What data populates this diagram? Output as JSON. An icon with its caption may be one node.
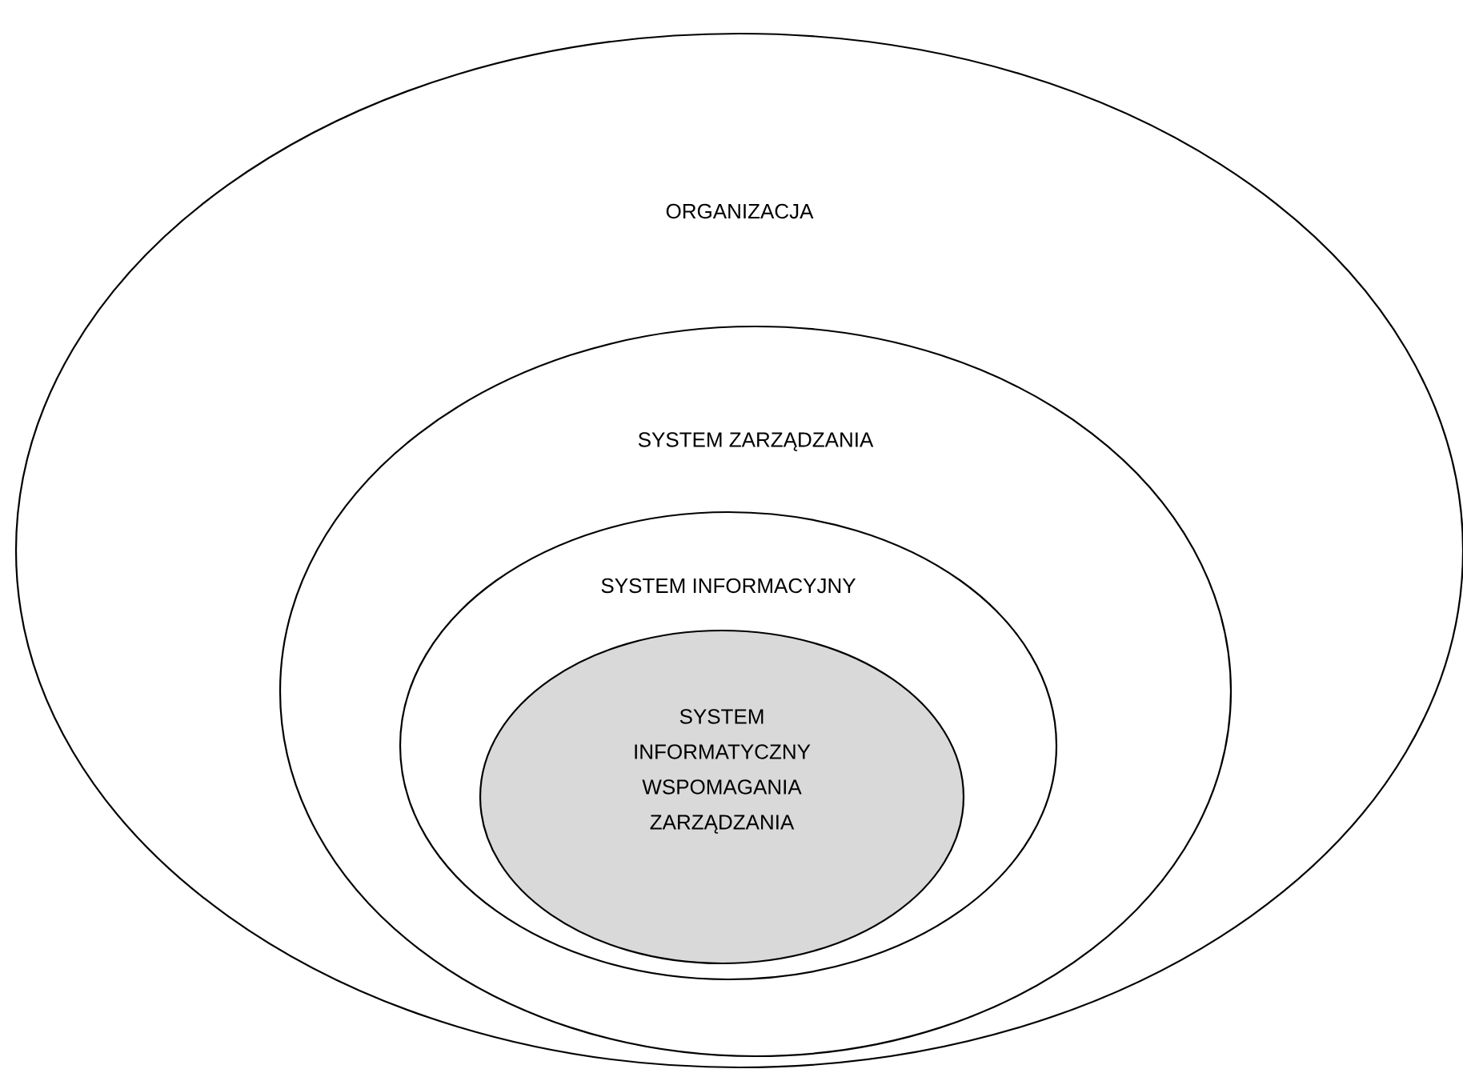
{
  "diagram": {
    "nodes": [
      {
        "text": [
          "ORGANIZACJA"
        ]
      },
      {
        "text": [
          "SYSTEM ZARZĄDZANIA"
        ],
        "in": 0
      },
      {
        "text": [
          "SYSTEM INFORMACYJNY"
        ],
        "in": 1
      },
      {
        "text": [
          "SYSTEM INFORMATYCZNY WSPOMAGANIA ZARZĄDZANIA"
        ],
        "in": 2
      }
    ]
  }
}
